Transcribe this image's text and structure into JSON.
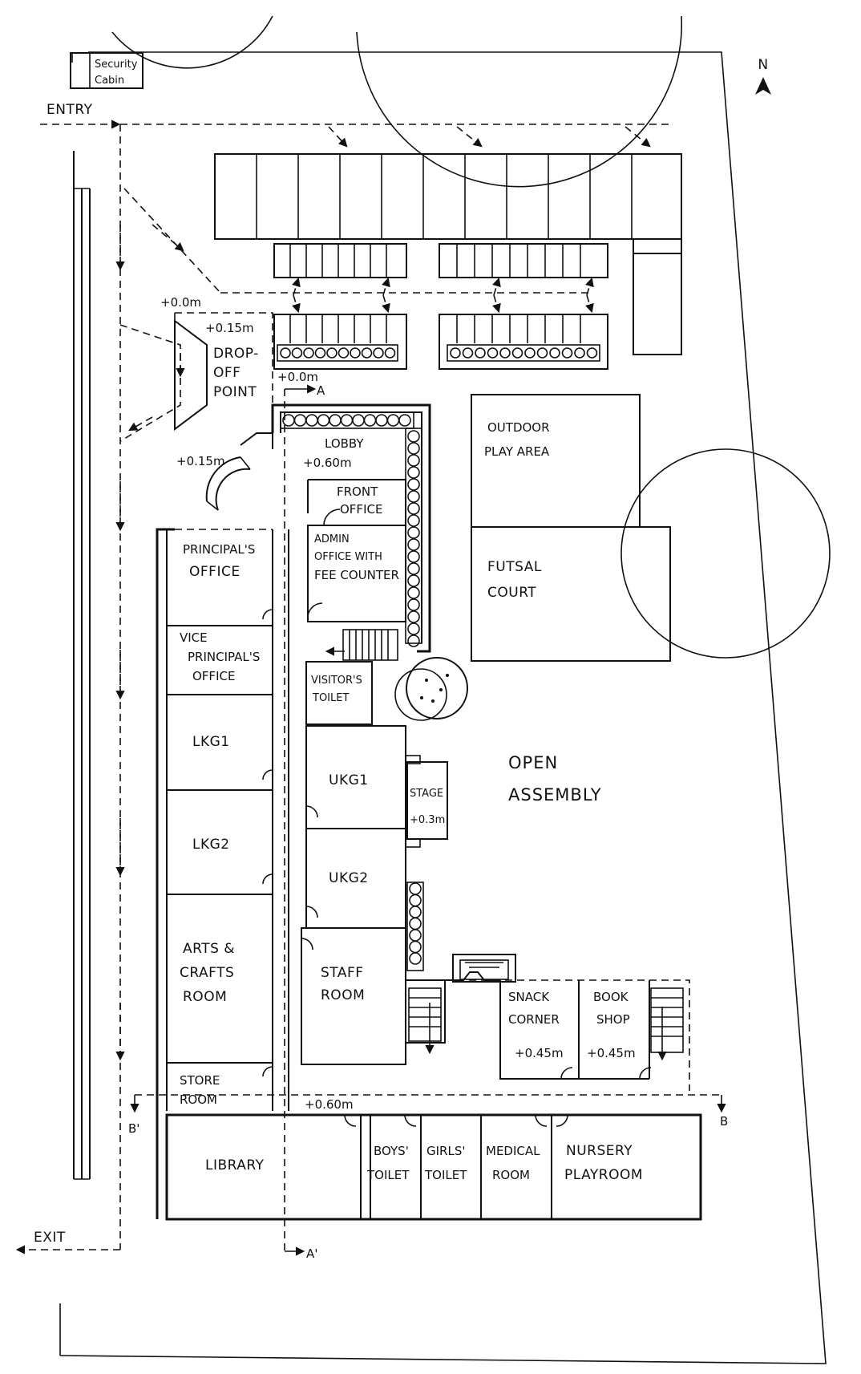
{
  "labels": {
    "north": "N",
    "security_1": "Security",
    "security_2": "Cabin",
    "entry": "ENTRY",
    "exit": "EXIT",
    "lvl_0_top": "+0.0m",
    "lvl_015_drop": "+0.15m",
    "drop_1": "DROP-",
    "drop_2": "OFF",
    "drop_3": "POINT",
    "lvl_0_mid": "+0.0m",
    "sec_a": "A",
    "lobby": "LOBBY",
    "lvl_060_lobby": "+0.60m",
    "lvl_015_entry": "+0.15m",
    "front_1": "FRONT",
    "front_2": "OFFICE",
    "admin_1": "ADMIN",
    "admin_2": "OFFICE WITH",
    "admin_3": "FEE COUNTER",
    "principal_1": "PRINCIPAL'S",
    "principal_2": "OFFICE",
    "vice_1": "VICE",
    "vice_2": "PRINCIPAL'S",
    "vice_3": "OFFICE",
    "visitor_1": "VISITOR'S",
    "visitor_2": "TOILET",
    "outdoor_1": "OUTDOOR",
    "outdoor_2": "PLAY AREA",
    "futsal_1": "FUTSAL",
    "futsal_2": "COURT",
    "lkg1": "LKG1",
    "lkg2": "LKG2",
    "ukg1": "UKG1",
    "ukg2": "UKG2",
    "stage": "STAGE",
    "lvl_03": "+0.3m",
    "open_1": "OPEN",
    "open_2": "ASSEMBLY",
    "arts_1": "ARTS &",
    "arts_2": "CRAFTS",
    "arts_3": "ROOM",
    "staff_1": "STAFF",
    "staff_2": "ROOM",
    "snack_1": "SNACK",
    "snack_2": "CORNER",
    "lvl_045_snack": "+0.45m",
    "book_1": "BOOK",
    "book_2": "SHOP",
    "lvl_045_book": "+0.45m",
    "store_1": "STORE",
    "store_2": "ROOM",
    "sec_b1": "B'",
    "lvl_060_lib": "+0.60m",
    "sec_b": "B",
    "library": "LIBRARY",
    "boys_1": "BOYS'",
    "boys_2": "TOILET",
    "girls_1": "GIRLS'",
    "girls_2": "TOILET",
    "medical_1": "MEDICAL",
    "medical_2": "ROOM",
    "nursery_1": "NURSERY",
    "nursery_2": "PLAYROOM",
    "sec_a1": "A'"
  },
  "colors": {
    "ink": "#111111",
    "paper": "#ffffff"
  }
}
